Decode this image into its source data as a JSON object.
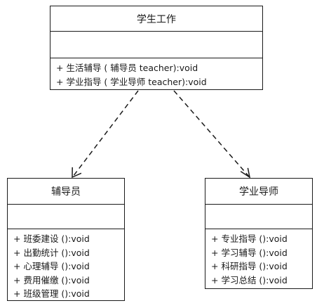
{
  "classes": {
    "main": {
      "name": "学生工作",
      "operations": [
        "+ 生活辅导 ( 辅导员 teacher):void",
        "+ 学业指导 ( 学业导师 teacher):void"
      ]
    },
    "left": {
      "name": "辅导员",
      "operations": [
        "+ 班委建设 ():void",
        "+ 出勤统计 ():void",
        "+ 心理辅导 ():void",
        "+ 费用催缴 ():void",
        "+ 班级管理 ():void"
      ]
    },
    "right": {
      "name": "学业导师",
      "operations": [
        "+ 专业指导 ():void",
        "+ 学习辅导 ():void",
        "+ 科研指导 ():void",
        "+ 学习总结 ():void"
      ]
    }
  },
  "relationships": [
    {
      "from": "学生工作",
      "to": "辅导员",
      "type": "dependency"
    },
    {
      "from": "学生工作",
      "to": "学业导师",
      "type": "dependency"
    }
  ]
}
